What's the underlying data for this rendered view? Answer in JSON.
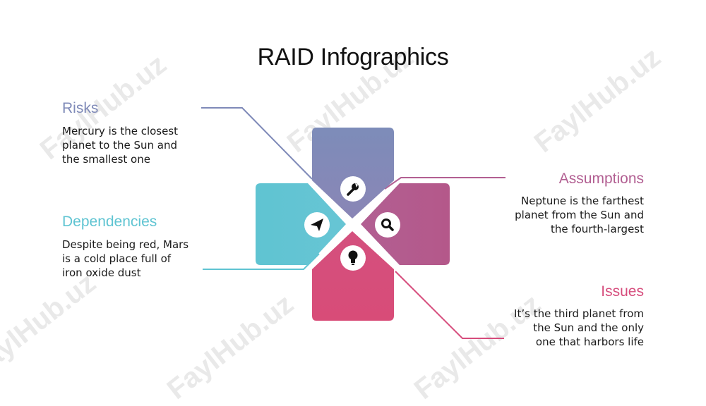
{
  "title": "RAID Infographics",
  "sections": {
    "risks": {
      "heading": "Risks",
      "lines": [
        "Mercury is the closest",
        "planet to the Sun and",
        "the smallest one"
      ],
      "color": "#7f8ab8"
    },
    "dependencies": {
      "heading": "Dependencies",
      "lines": [
        "Despite being red, Mars",
        "is a cold place full of",
        "iron oxide dust"
      ],
      "color": "#5fc4d2"
    },
    "assumptions": {
      "heading": "Assumptions",
      "lines": [
        "Neptune is the farthest",
        "planet from the Sun and",
        "the fourth-largest"
      ],
      "color": "#b25f92"
    },
    "issues": {
      "heading": "Issues",
      "lines": [
        "It’s the third planet from",
        "the Sun and the only",
        "one that harbors life"
      ],
      "color": "#d64c7c"
    }
  },
  "icons": {
    "top": "wrench-icon",
    "left": "paper-plane-icon",
    "right": "search-icon",
    "bottom": "lightbulb-icon"
  },
  "watermark": "FaylHub.uz"
}
